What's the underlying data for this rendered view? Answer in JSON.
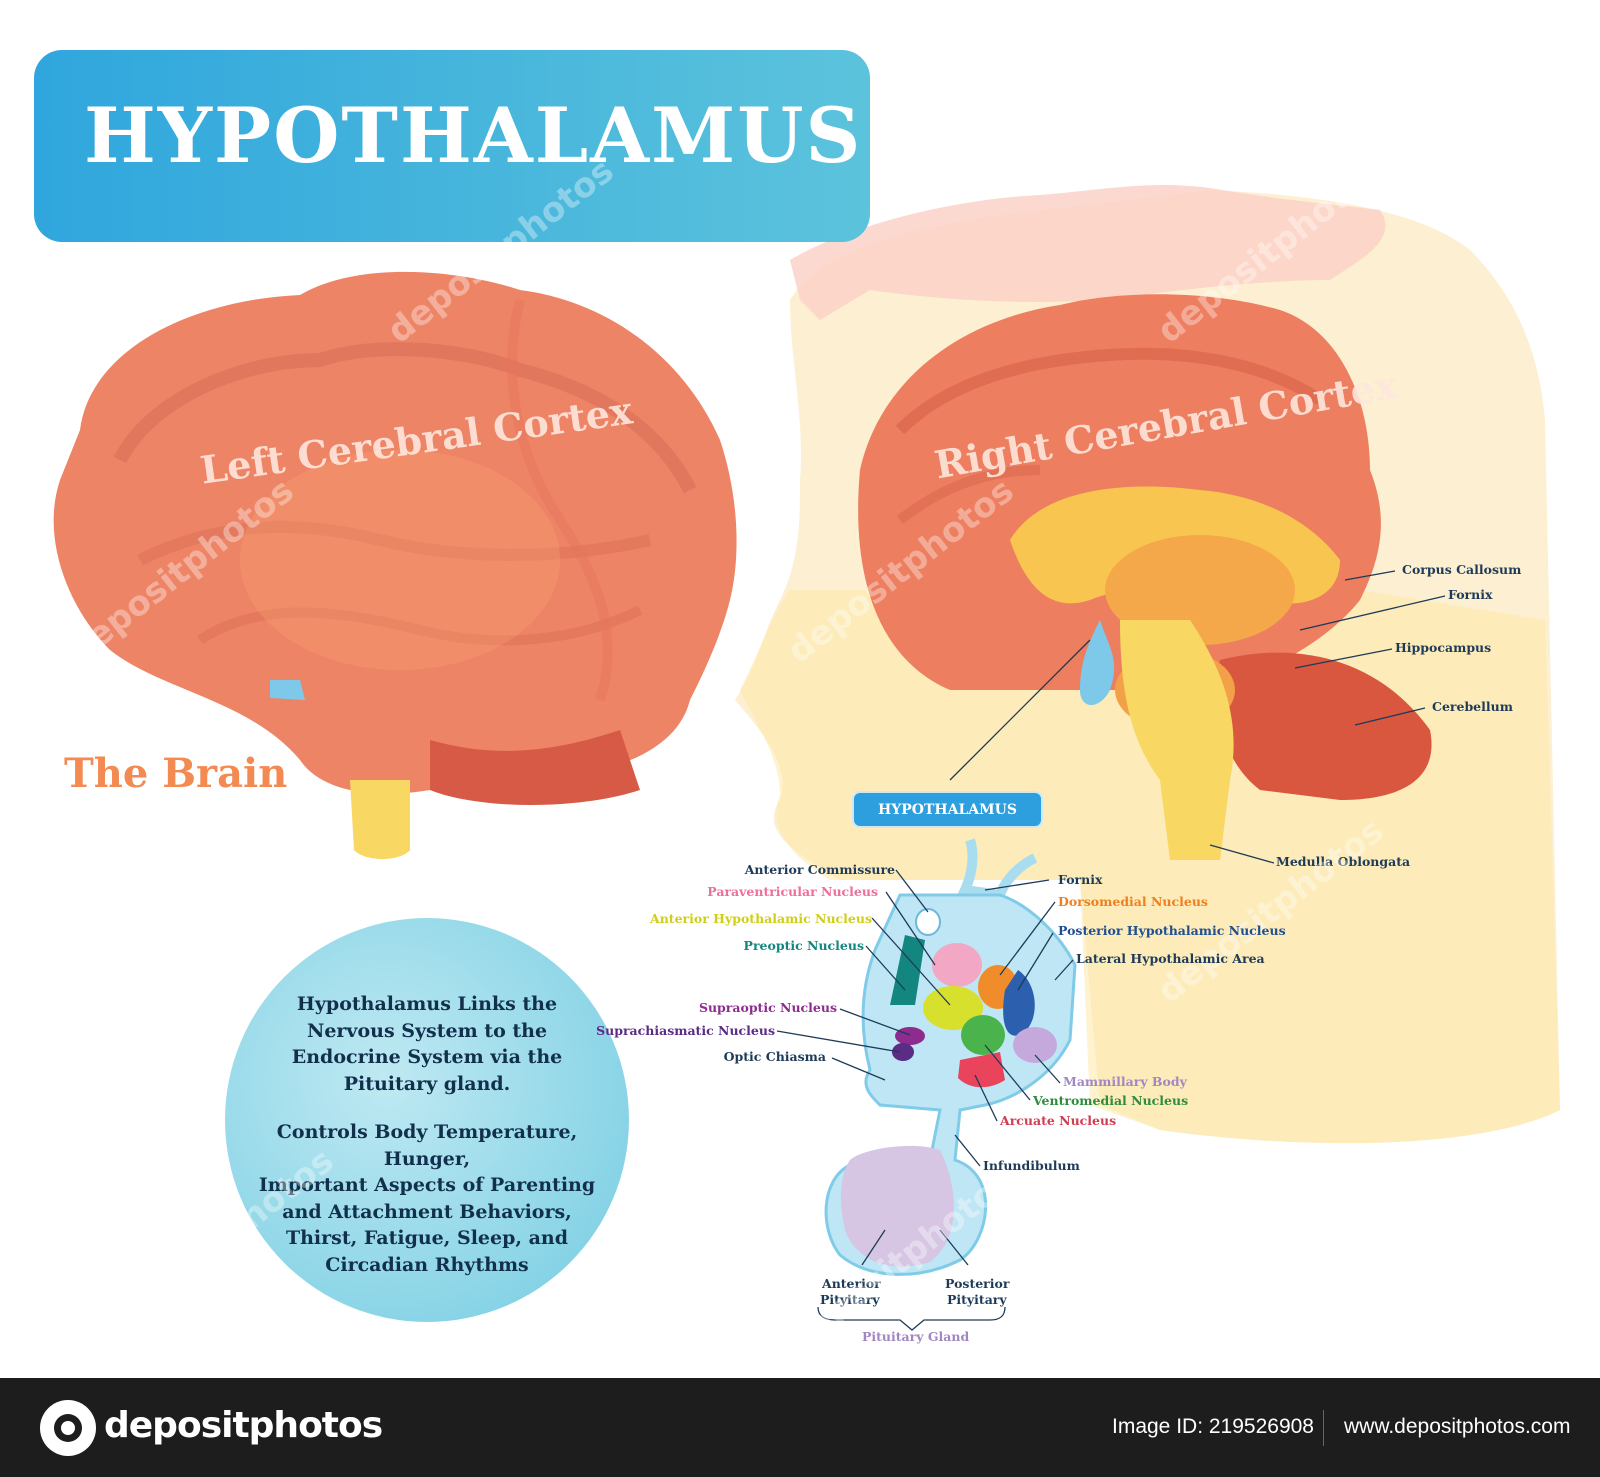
{
  "title": "HYPOTHALAMUS",
  "left_brain": {
    "cortex_label": "Left Cerebral Cortex",
    "caption": "The Brain"
  },
  "right_brain": {
    "cortex_label": "Right Cerebral Cortex",
    "labels": [
      "Corpus Callosum",
      "Fornix",
      "Hippocampus",
      "Cerebellum",
      "Medulla Oblongata"
    ],
    "hypothalamus_tag": "HYPOTHALAMUS"
  },
  "detail": {
    "left_labels": [
      {
        "text": "Anterior Commissure",
        "color": "#1d3b58"
      },
      {
        "text": "Paraventricular Nucleus",
        "color": "#ef6f9a"
      },
      {
        "text": "Anterior Hypothalamic Nucleus",
        "color": "#cfcf17"
      },
      {
        "text": "Preoptic Nucleus",
        "color": "#13867f"
      },
      {
        "text": "Supraoptic Nucleus",
        "color": "#8e2b8f"
      },
      {
        "text": "Suprachiasmatic Nucleus",
        "color": "#5a2c83"
      },
      {
        "text": "Optic Chiasma",
        "color": "#1d3b58"
      }
    ],
    "right_labels": [
      {
        "text": "Fornix",
        "color": "#1d3b58"
      },
      {
        "text": "Dorsomedial Nucleus",
        "color": "#ee8020"
      },
      {
        "text": "Posterior Hypothalamic Nucleus",
        "color": "#1e4f92"
      },
      {
        "text": "Lateral Hypothalamic Area",
        "color": "#1d3b58"
      },
      {
        "text": "Mammillary Body",
        "color": "#a187c2"
      },
      {
        "text": "Ventromedial Nucleus",
        "color": "#2d8c3e"
      },
      {
        "text": "Arcuate Nucleus",
        "color": "#d23c52"
      },
      {
        "text": "Infundibulum",
        "color": "#1d3b58"
      }
    ],
    "pituitary": {
      "anterior": [
        "Anterior",
        "Pityitary"
      ],
      "posterior": [
        "Posterior",
        "Pityitary"
      ],
      "gland": "Pituitary Gland"
    }
  },
  "info": {
    "para1": [
      "Hypothalamus  Links the",
      "Nervous System to the",
      "Endocrine System via the",
      "Pituitary gland."
    ],
    "para2": [
      "Controls Body Temperature, Hunger,",
      "Important Aspects of Parenting",
      "and Attachment Behaviors,",
      "Thirst, Fatigue, Sleep, and",
      "Circadian Rhythms"
    ]
  },
  "watermark": "depositphotos",
  "footer": {
    "brand": "depositphotos",
    "image_id": "Image ID: 219526908",
    "site": "www.depositphotos.com"
  }
}
